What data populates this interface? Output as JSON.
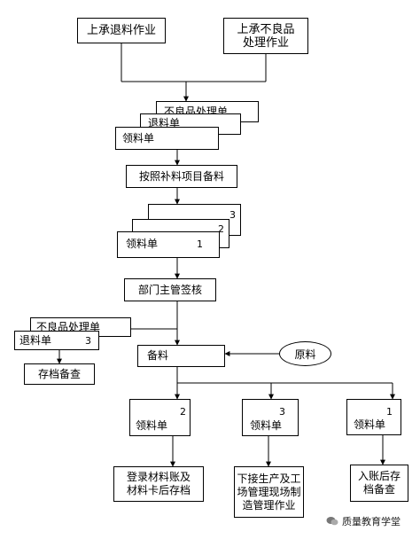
{
  "top": {
    "retreat_work": "上承退料作业",
    "defect_work_line1": "上承不良品",
    "defect_work_line2": "处理作业"
  },
  "stack1": {
    "back_form": "不良品处理单",
    "middle_form": "退料单",
    "front_form": "领料单"
  },
  "prepare_step": "按照补料项目备料",
  "stack2": {
    "front_form": "领料单",
    "copy_1": "1",
    "copy_2": "2",
    "copy_3": "3"
  },
  "review_step": "部门主管签核",
  "side_stack": {
    "back_form": "不良品处理单",
    "front_form": "退料单",
    "copy": "3"
  },
  "archive_check": "存档备查",
  "materials_box": "备料",
  "raw_material": "原料",
  "copies": [
    {
      "form": "领料单",
      "copy": "2"
    },
    {
      "form": "领料单",
      "copy": "3"
    },
    {
      "form": "领料单",
      "copy": "1"
    }
  ],
  "outcomes": {
    "ledger_line1": "登录材料账及",
    "ledger_line2": "材料卡后存档",
    "production_line1": "下接生产及工",
    "production_line2": "场管理现场制",
    "production_line3": "造管理作业",
    "accounting_line1": "入账后存",
    "accounting_line2": "档备查"
  },
  "watermark": "质量教育学堂"
}
